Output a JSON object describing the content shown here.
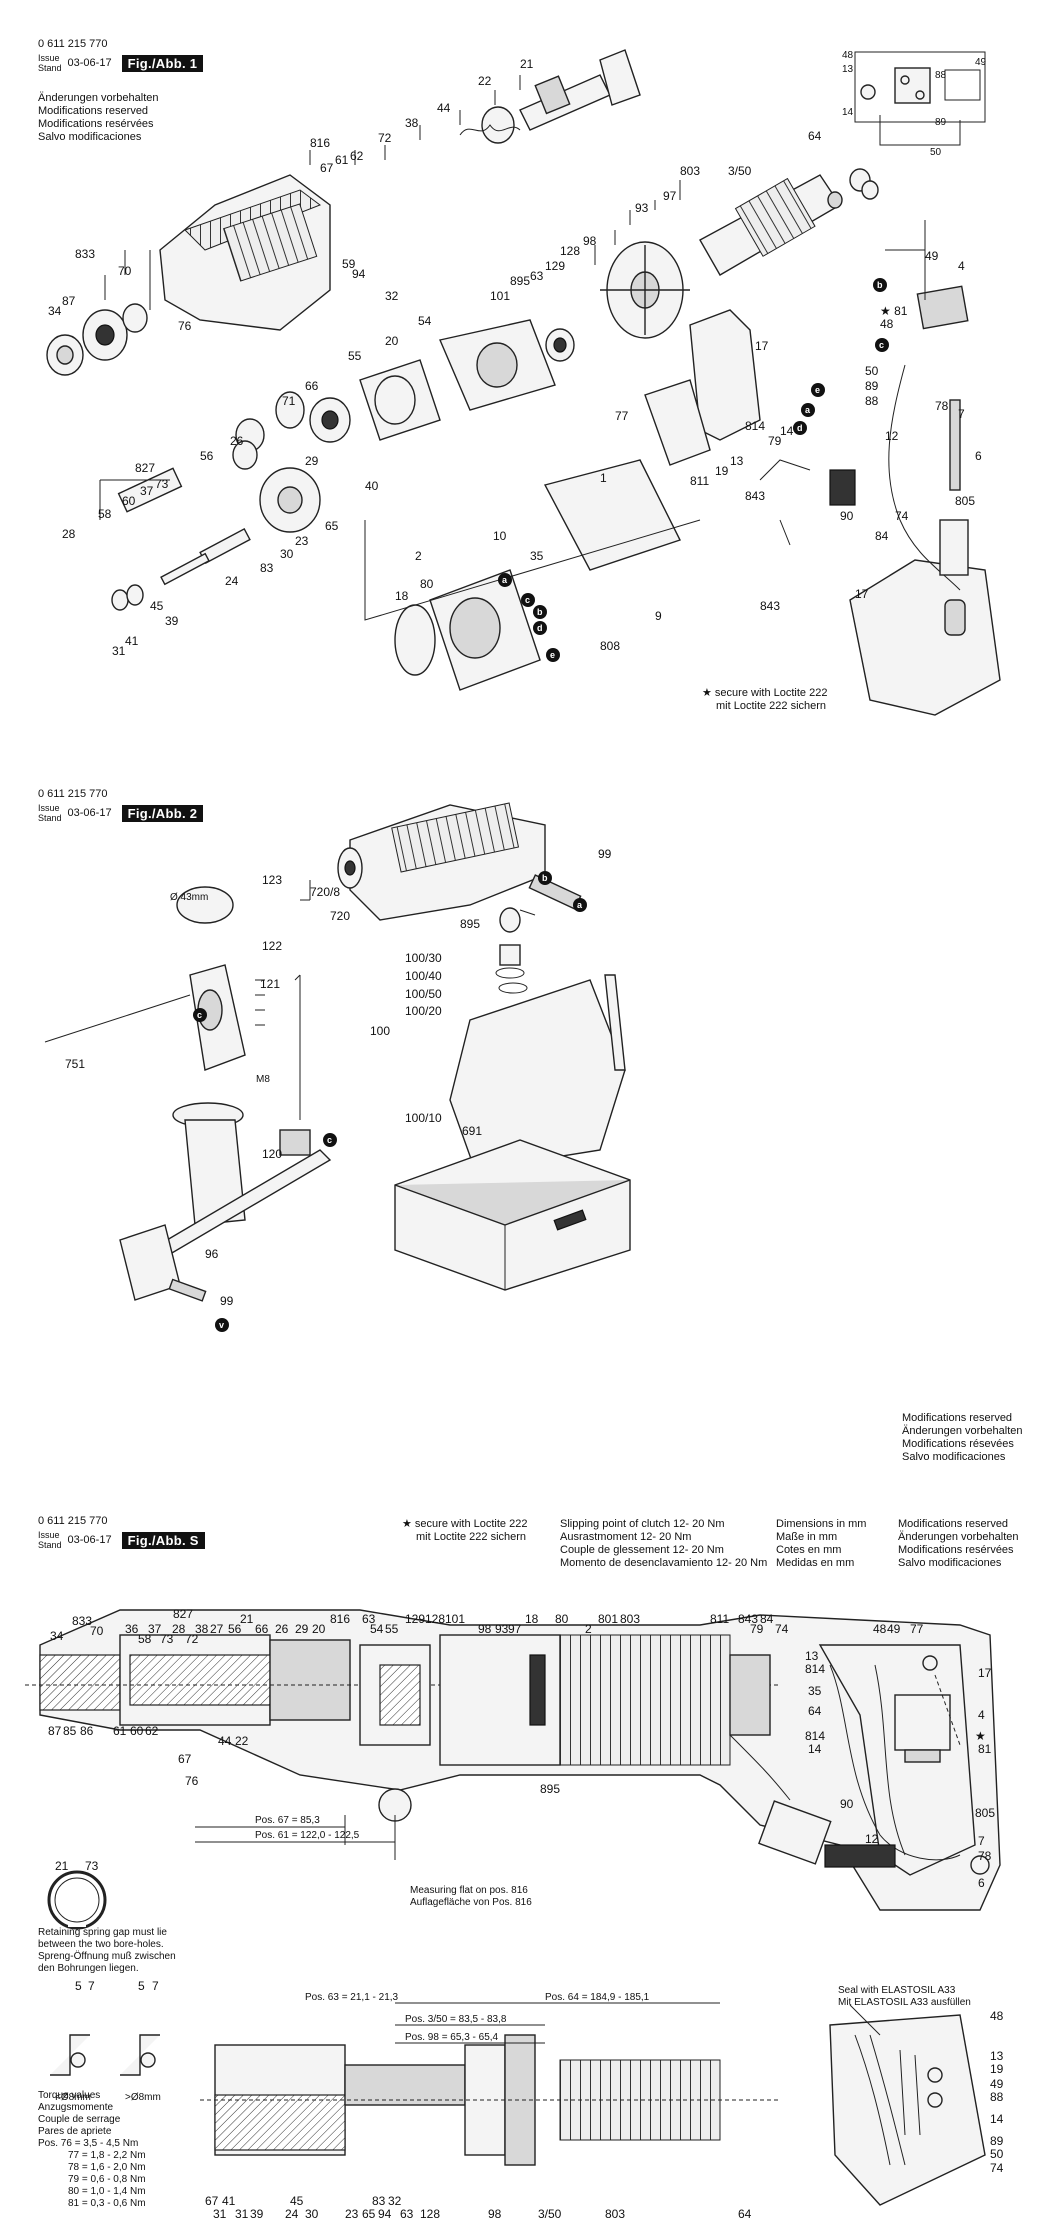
{
  "doc_number": "0 611 215 770",
  "issue_label": "Issue",
  "stand_label": "Stand",
  "issue_date": "03-06-17",
  "fig1": {
    "badge": "Fig./Abb. 1",
    "notes": [
      "Änderungen vorbehalten",
      "Modifications reserved",
      "Modifications resérvées",
      "Salvo modificaciones"
    ],
    "loctite": [
      "secure with Loctite 222",
      "mit Loctite 222 sichern"
    ],
    "labels": [
      "21",
      "22",
      "44",
      "38",
      "72",
      "816",
      "62",
      "67",
      "61",
      "59",
      "94",
      "32",
      "833",
      "70",
      "34",
      "87",
      "76",
      "803",
      "3/50",
      "64",
      "93",
      "97",
      "98",
      "128",
      "129",
      "63",
      "895",
      "101",
      "54",
      "20",
      "55",
      "66",
      "71",
      "29",
      "26",
      "56",
      "827",
      "58",
      "60",
      "37",
      "73",
      "28",
      "23",
      "65",
      "30",
      "83",
      "24",
      "45",
      "39",
      "31",
      "41",
      "40",
      "17",
      "77",
      "1",
      "10",
      "35",
      "2",
      "80",
      "18",
      "9",
      "808",
      "811",
      "19",
      "13",
      "843",
      "814",
      "79",
      "14",
      "88",
      "89",
      "50",
      "12",
      "90",
      "805",
      "74",
      "84",
      "6",
      "7",
      "78",
      "48",
      "4",
      "81",
      "49",
      "13",
      "88",
      "89",
      "14",
      "50",
      "48",
      "49",
      "17"
    ],
    "letters": [
      "a",
      "b",
      "c",
      "d",
      "e"
    ]
  },
  "fig2": {
    "badge": "Fig./Abb. 2",
    "notes": [
      "Modifications reserved",
      "Änderungen vorbehalten",
      "Modifications résevées",
      "Salvo modificaciones"
    ],
    "labels": [
      "99",
      "895",
      "100/30",
      "100/40",
      "100/50",
      "100/20",
      "100",
      "100/10",
      "123",
      "720/8",
      "720",
      "122",
      "121",
      "751",
      "120",
      "691",
      "96",
      "99"
    ],
    "dimension": "Ø 43mm",
    "thread": "M8"
  },
  "figS": {
    "badge": "Fig./Abb. S",
    "loctite": [
      "secure with Loctite 222",
      "mit Loctite 222 sichern"
    ],
    "clutch": [
      "Slipping point of clutch 12- 20 Nm",
      "Ausrastmoment 12- 20 Nm",
      "Couple de glessement 12- 20 Nm",
      "Momento de desenclavamiento 12- 20 Nm"
    ],
    "dims": [
      "Dimensions in mm",
      "Maße in mm",
      "Cotes en mm",
      "Medidas en mm"
    ],
    "mods": [
      "Modifications reserved",
      "Änderungen vorbehalten",
      "Modifications resérvées",
      "Salvo modificaciones"
    ],
    "retaining": [
      "Retaining spring gap must lie",
      "between the two bore-holes.",
      "Spreng-Öffnung muß zwischen",
      "den Bohrungen liegen."
    ],
    "measuring": [
      "Measuring flat on pos. 816",
      "Auflagefläche von Pos. 816"
    ],
    "pos67": "Pos. 67 = 85,3",
    "pos61": "Pos. 61 = 122,0 - 122,5",
    "pos63": "Pos. 63 = 21,1 - 21,3",
    "pos64": "Pos. 64 = 184,9 - 185,1",
    "pos350": "Pos. 3/50 = 83,5 - 83,8",
    "pos98": "Pos. 98 = 65,3 - 65,4",
    "lt8": "<Ø8mm",
    "gt8": ">Ø8mm",
    "torque": [
      "Torque values",
      "Anzugsmomente",
      "Couple de serrage",
      "Pares de apriete",
      "Pos. 76 = 3,5 - 4,5 Nm",
      "77 = 1,8 - 2,2 Nm",
      "78 = 1,6 - 2,0 Nm",
      "79 = 0,6 - 0,8 Nm",
      "80 = 1,0 - 1,4 Nm",
      "81 = 0,3 - 0,6 Nm"
    ],
    "seal": [
      "Seal with ELASTOSIL A33",
      "Mit ELASTOSIL A33 ausfüllen"
    ],
    "top_labels": [
      "34",
      "833",
      "70",
      "36",
      "37",
      "58",
      "73",
      "827",
      "28",
      "72",
      "38",
      "27",
      "56",
      "21",
      "66",
      "26",
      "29",
      "20",
      "816",
      "63",
      "54",
      "55",
      "129",
      "128",
      "101",
      "98",
      "93",
      "97",
      "18",
      "80",
      "2",
      "801",
      "803",
      "811",
      "843",
      "79",
      "84",
      "74",
      "48",
      "49",
      "77"
    ],
    "side_labels": [
      "13",
      "814",
      "35",
      "64",
      "814",
      "14",
      "4",
      "81",
      "17",
      "805",
      "7",
      "78",
      "6",
      "12",
      "90",
      "895",
      "76",
      "67",
      "44",
      "22",
      "87",
      "85",
      "86",
      "61",
      "60",
      "62",
      "21",
      "73"
    ],
    "bottom_labels": [
      "67",
      "41",
      "31",
      "31",
      "39",
      "24",
      "45",
      "30",
      "23",
      "65",
      "94",
      "83",
      "32",
      "63",
      "128",
      "98",
      "3/50",
      "803",
      "64",
      "5",
      "7",
      "5",
      "7"
    ],
    "seal_labels": [
      "48",
      "13",
      "19",
      "49",
      "88",
      "14",
      "89",
      "50",
      "74"
    ]
  }
}
